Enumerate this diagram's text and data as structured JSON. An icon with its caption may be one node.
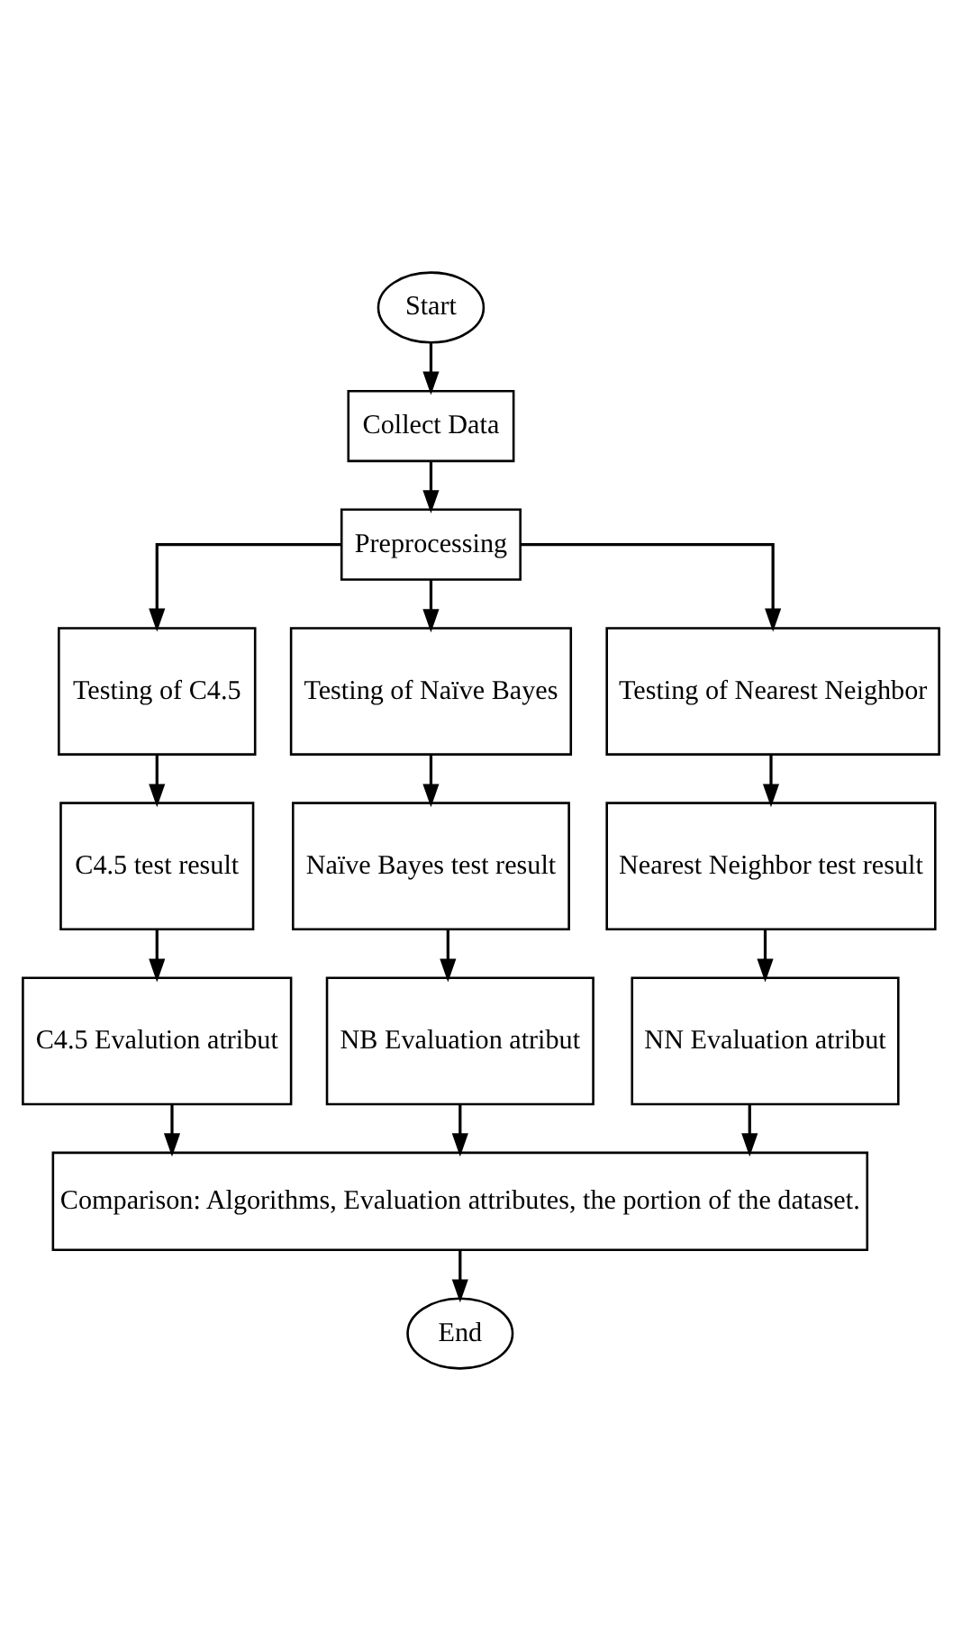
{
  "diagram": {
    "nodes": [
      {
        "text": [
          "Start"
        ]
      },
      {
        "text": [
          "Collect Data"
        ]
      },
      {
        "text": [
          "Preprocessing"
        ]
      },
      {
        "text": [
          "Testing of C4.5"
        ]
      },
      {
        "text": [
          "Testing of Naïve Bayes"
        ]
      },
      {
        "text": [
          "Testing of Nearest Neighbor"
        ]
      },
      {
        "text": [
          "C4.5 test result"
        ]
      },
      {
        "text": [
          "Naïve Bayes test result"
        ]
      },
      {
        "text": [
          "Nearest Neighbor test result"
        ]
      },
      {
        "text": [
          "C4.5 Evalution atribut"
        ]
      },
      {
        "text": [
          "NB Evaluation atribut"
        ]
      },
      {
        "text": [
          "NN Evaluation atribut"
        ]
      },
      {
        "text": [
          "Comparison: Algorithms, Evaluation attributes, the portion of the dataset."
        ]
      },
      {
        "text": [
          "End"
        ]
      }
    ],
    "edges": [
      {
        "from": 0,
        "to": 1,
        "arrow": "to"
      },
      {
        "from": 1,
        "to": 2,
        "arrow": "to"
      },
      {
        "from": 2,
        "to": 3,
        "arrow": "to"
      },
      {
        "from": 2,
        "to": 4,
        "arrow": "to"
      },
      {
        "from": 2,
        "to": 5,
        "arrow": "to"
      },
      {
        "from": 3,
        "to": 6,
        "arrow": "to"
      },
      {
        "from": 4,
        "to": 7,
        "arrow": "to"
      },
      {
        "from": 5,
        "to": 8,
        "arrow": "to"
      },
      {
        "from": 6,
        "to": 9,
        "arrow": "to"
      },
      {
        "from": 7,
        "to": 10,
        "arrow": "to"
      },
      {
        "from": 8,
        "to": 11,
        "arrow": "to"
      },
      {
        "from": 9,
        "to": 12,
        "arrow": "to"
      },
      {
        "from": 10,
        "to": 12,
        "arrow": "to"
      },
      {
        "from": 11,
        "to": 12,
        "arrow": "to"
      },
      {
        "from": 12,
        "to": 13,
        "arrow": "to"
      }
    ]
  }
}
